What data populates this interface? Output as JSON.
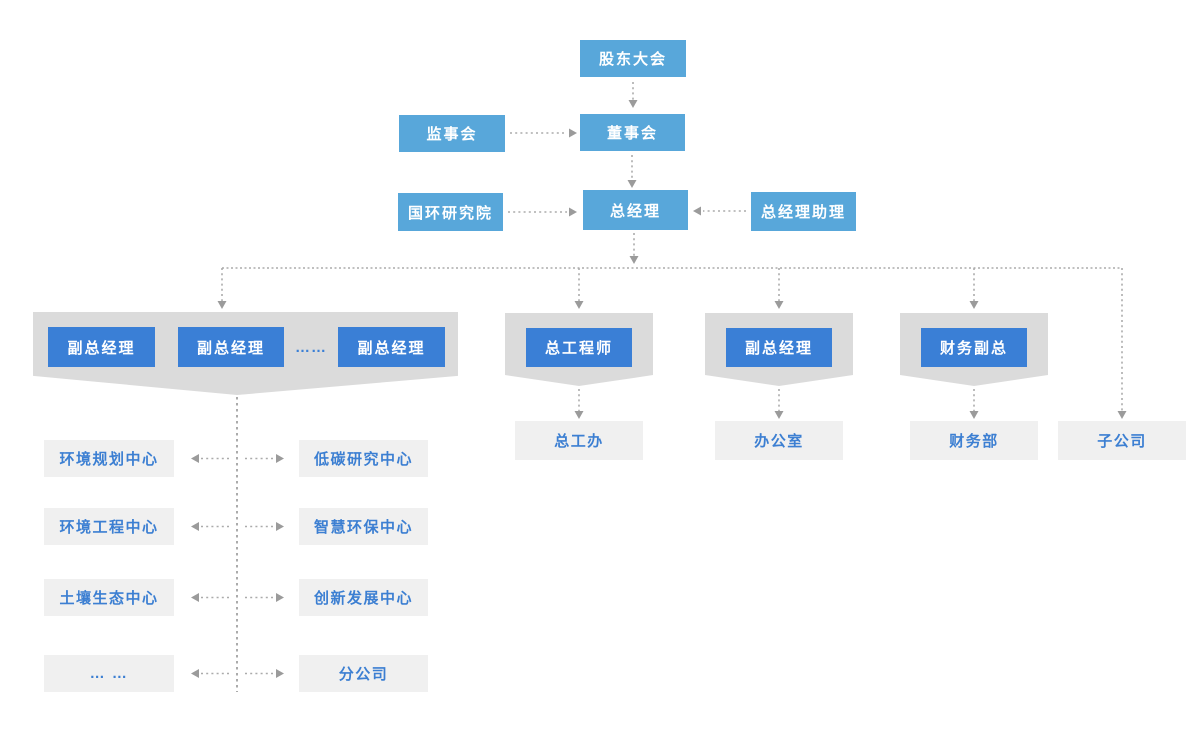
{
  "colors": {
    "light_blue": "#58a7da",
    "dark_blue": "#3a7fd6",
    "banner_gray": "#dbdbdb",
    "box_gray": "#f0f0f0",
    "box_text_blue": "#3c7fd2",
    "line_gray": "#ababab",
    "arrow_gray": "#9b9b9b",
    "canvas_bg": "#ffffff"
  },
  "top_chain": {
    "shareholders_meeting": "股东大会",
    "supervisory_board": "监事会",
    "board_of_directors": "董事会",
    "research_institute": "国环研究院",
    "general_manager": "总经理",
    "gm_assistant": "总经理助理"
  },
  "branches": {
    "deputy_gm_group": {
      "items": [
        "副总经理",
        "副总经理",
        "副总经理"
      ],
      "ellipsis": "……"
    },
    "chief_engineer": {
      "head": "总工程师",
      "dept": "总工办"
    },
    "deputy_gm_office": {
      "head": "副总经理",
      "dept": "办公室"
    },
    "finance": {
      "head": "财务副总",
      "dept": "财务部"
    },
    "subsidiary": "子公司"
  },
  "centers": {
    "left": [
      "环境规划中心",
      "环境工程中心",
      "土壤生态中心",
      "… …"
    ],
    "right": [
      "低碳研究中心",
      "智慧环保中心",
      "创新发展中心",
      "分公司"
    ]
  }
}
